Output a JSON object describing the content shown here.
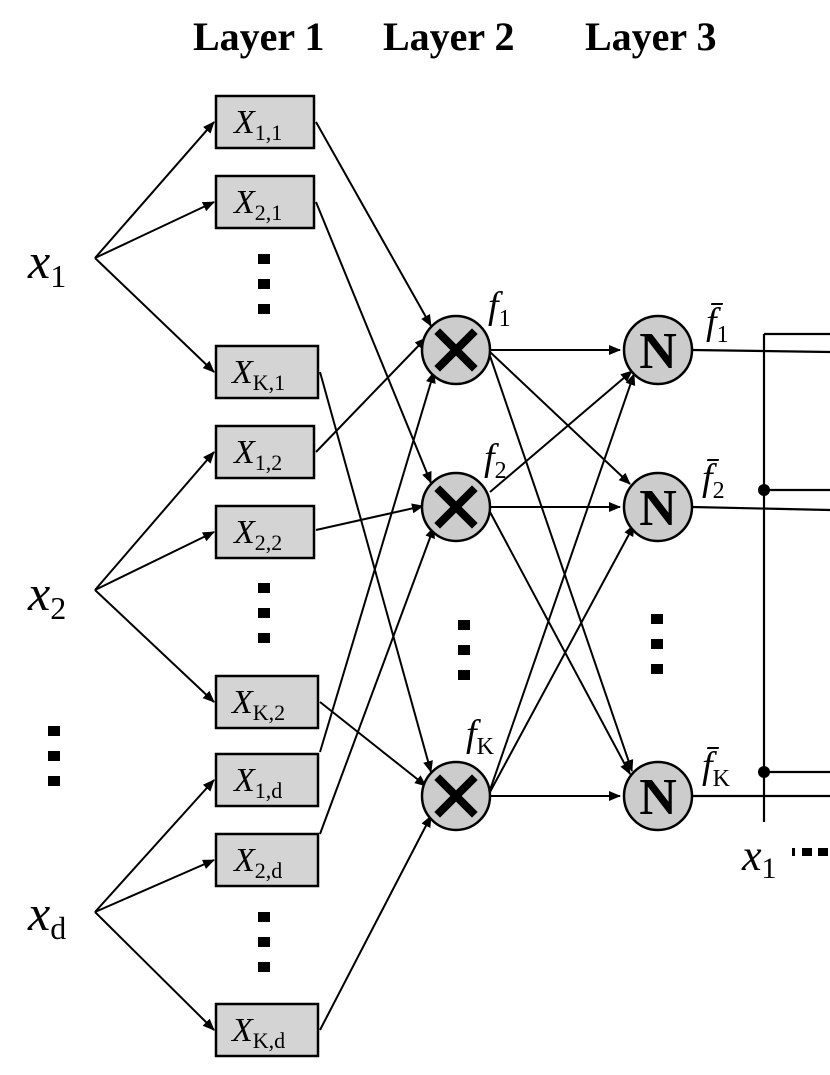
{
  "headers": {
    "layer1": "Layer 1",
    "layer2": "Layer 2",
    "layer3": "Layer 3"
  },
  "inputs": [
    {
      "base": "x",
      "sub": "1"
    },
    {
      "base": "x",
      "sub": "2"
    },
    {
      "base": "x",
      "sub": "d"
    }
  ],
  "membership_boxes": [
    {
      "base": "X",
      "sub": "1,1"
    },
    {
      "base": "X",
      "sub": "2,1"
    },
    {
      "base": "X",
      "sub": "K,1"
    },
    {
      "base": "X",
      "sub": "1,2"
    },
    {
      "base": "X",
      "sub": "2,2"
    },
    {
      "base": "X",
      "sub": "K,2"
    },
    {
      "base": "X",
      "sub": "1,d"
    },
    {
      "base": "X",
      "sub": "2,d"
    },
    {
      "base": "X",
      "sub": "K,d"
    }
  ],
  "product_nodes": [
    {
      "base": "f",
      "sub": "1"
    },
    {
      "base": "f",
      "sub": "2"
    },
    {
      "base": "f",
      "sub": "K"
    }
  ],
  "norm_nodes": [
    {
      "letter": "N",
      "base": "f̄",
      "sub": "1"
    },
    {
      "letter": "N",
      "base": "f̄",
      "sub": "2"
    },
    {
      "letter": "N",
      "base": "f̄",
      "sub": "K"
    }
  ],
  "bottom_label": {
    "base": "x",
    "sub": "1"
  }
}
